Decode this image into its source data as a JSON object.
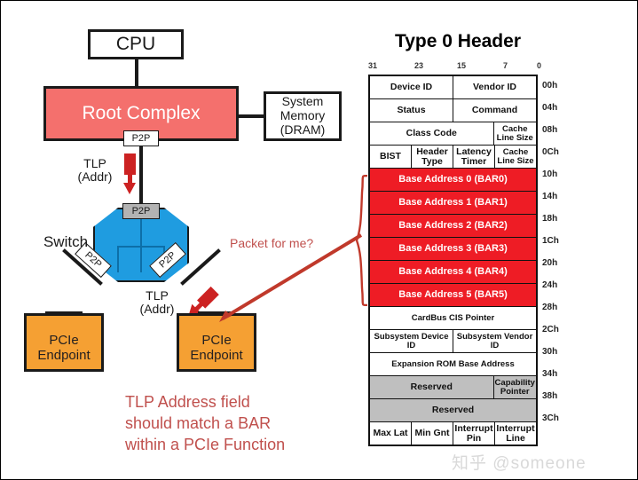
{
  "diagram": {
    "cpu": "CPU",
    "root_complex": "Root Complex",
    "system_memory_line1": "System",
    "system_memory_line2": "Memory",
    "system_memory_line3": "(DRAM)",
    "p2p_rc": "P2P",
    "p2p_switch_up": "P2P",
    "p2p_switch_left": "P2P",
    "p2p_switch_right": "P2P",
    "switch_label": "Switch",
    "tlp1_line1": "TLP",
    "tlp1_line2": "(Addr)",
    "tlp2_line1": "TLP",
    "tlp2_line2": "(Addr)",
    "endpoint_left_line1": "PCIe",
    "endpoint_left_line2": "Endpoint",
    "endpoint_right_line1": "PCIe",
    "endpoint_right_line2": "Endpoint",
    "packet_question": "Packet for me?",
    "note_line1": "TLP Address field",
    "note_line2": "should match a BAR",
    "note_line3": "within a PCIe Function",
    "colors": {
      "root_complex_fill": "#f4706d",
      "switch_fill": "#1f9ce0",
      "endpoint_fill": "#f5a033",
      "port_fill": "#b3b3b3",
      "accent_red": "#c0504d",
      "arrow_red": "#cc2222"
    }
  },
  "header_table": {
    "title": "Type 0 Header",
    "bit_labels": [
      "31",
      "23",
      "15",
      "7",
      "0"
    ],
    "colors": {
      "bar_fill": "#ee1c25",
      "reserved_fill": "#bfbfbf",
      "border": "#111111"
    },
    "rows": [
      {
        "offset": "00h",
        "style": "normal",
        "cells": [
          "Device ID",
          "Vendor ID"
        ]
      },
      {
        "offset": "04h",
        "style": "normal",
        "cells": [
          "Status",
          "Command"
        ]
      },
      {
        "offset": "08h",
        "style": "normal",
        "cells": [
          "Class Code",
          "Cache Line Size"
        ]
      },
      {
        "offset": "0Ch",
        "style": "normal",
        "cells": [
          "BIST",
          "Header Type",
          "Latency Timer",
          "Cache Line Size"
        ]
      },
      {
        "offset": "10h",
        "style": "bar",
        "cells": [
          "Base Address 0 (BAR0)"
        ]
      },
      {
        "offset": "14h",
        "style": "bar",
        "cells": [
          "Base Address 1 (BAR1)"
        ]
      },
      {
        "offset": "18h",
        "style": "bar",
        "cells": [
          "Base Address 2 (BAR2)"
        ]
      },
      {
        "offset": "1Ch",
        "style": "bar",
        "cells": [
          "Base Address 3 (BAR3)"
        ]
      },
      {
        "offset": "20h",
        "style": "bar",
        "cells": [
          "Base Address 4 (BAR4)"
        ]
      },
      {
        "offset": "24h",
        "style": "bar",
        "cells": [
          "Base Address 5 (BAR5)"
        ]
      },
      {
        "offset": "28h",
        "style": "normal",
        "cells": [
          "CardBus CIS Pointer"
        ]
      },
      {
        "offset": "2Ch",
        "style": "normal",
        "cells": [
          "Subsystem Device ID",
          "Subsystem Vendor ID"
        ]
      },
      {
        "offset": "30h",
        "style": "normal",
        "cells": [
          "Expansion ROM Base Address"
        ]
      },
      {
        "offset": "34h",
        "style": "reserved",
        "cells": [
          "Reserved",
          "Capability Pointer"
        ]
      },
      {
        "offset": "38h",
        "style": "reserved",
        "cells": [
          "Reserved"
        ]
      },
      {
        "offset": "3Ch",
        "style": "normal",
        "cells": [
          "Max Lat",
          "Min Gnt",
          "Interrupt Pin",
          "Interrupt Line"
        ]
      }
    ]
  },
  "watermark": "知乎 @someone"
}
